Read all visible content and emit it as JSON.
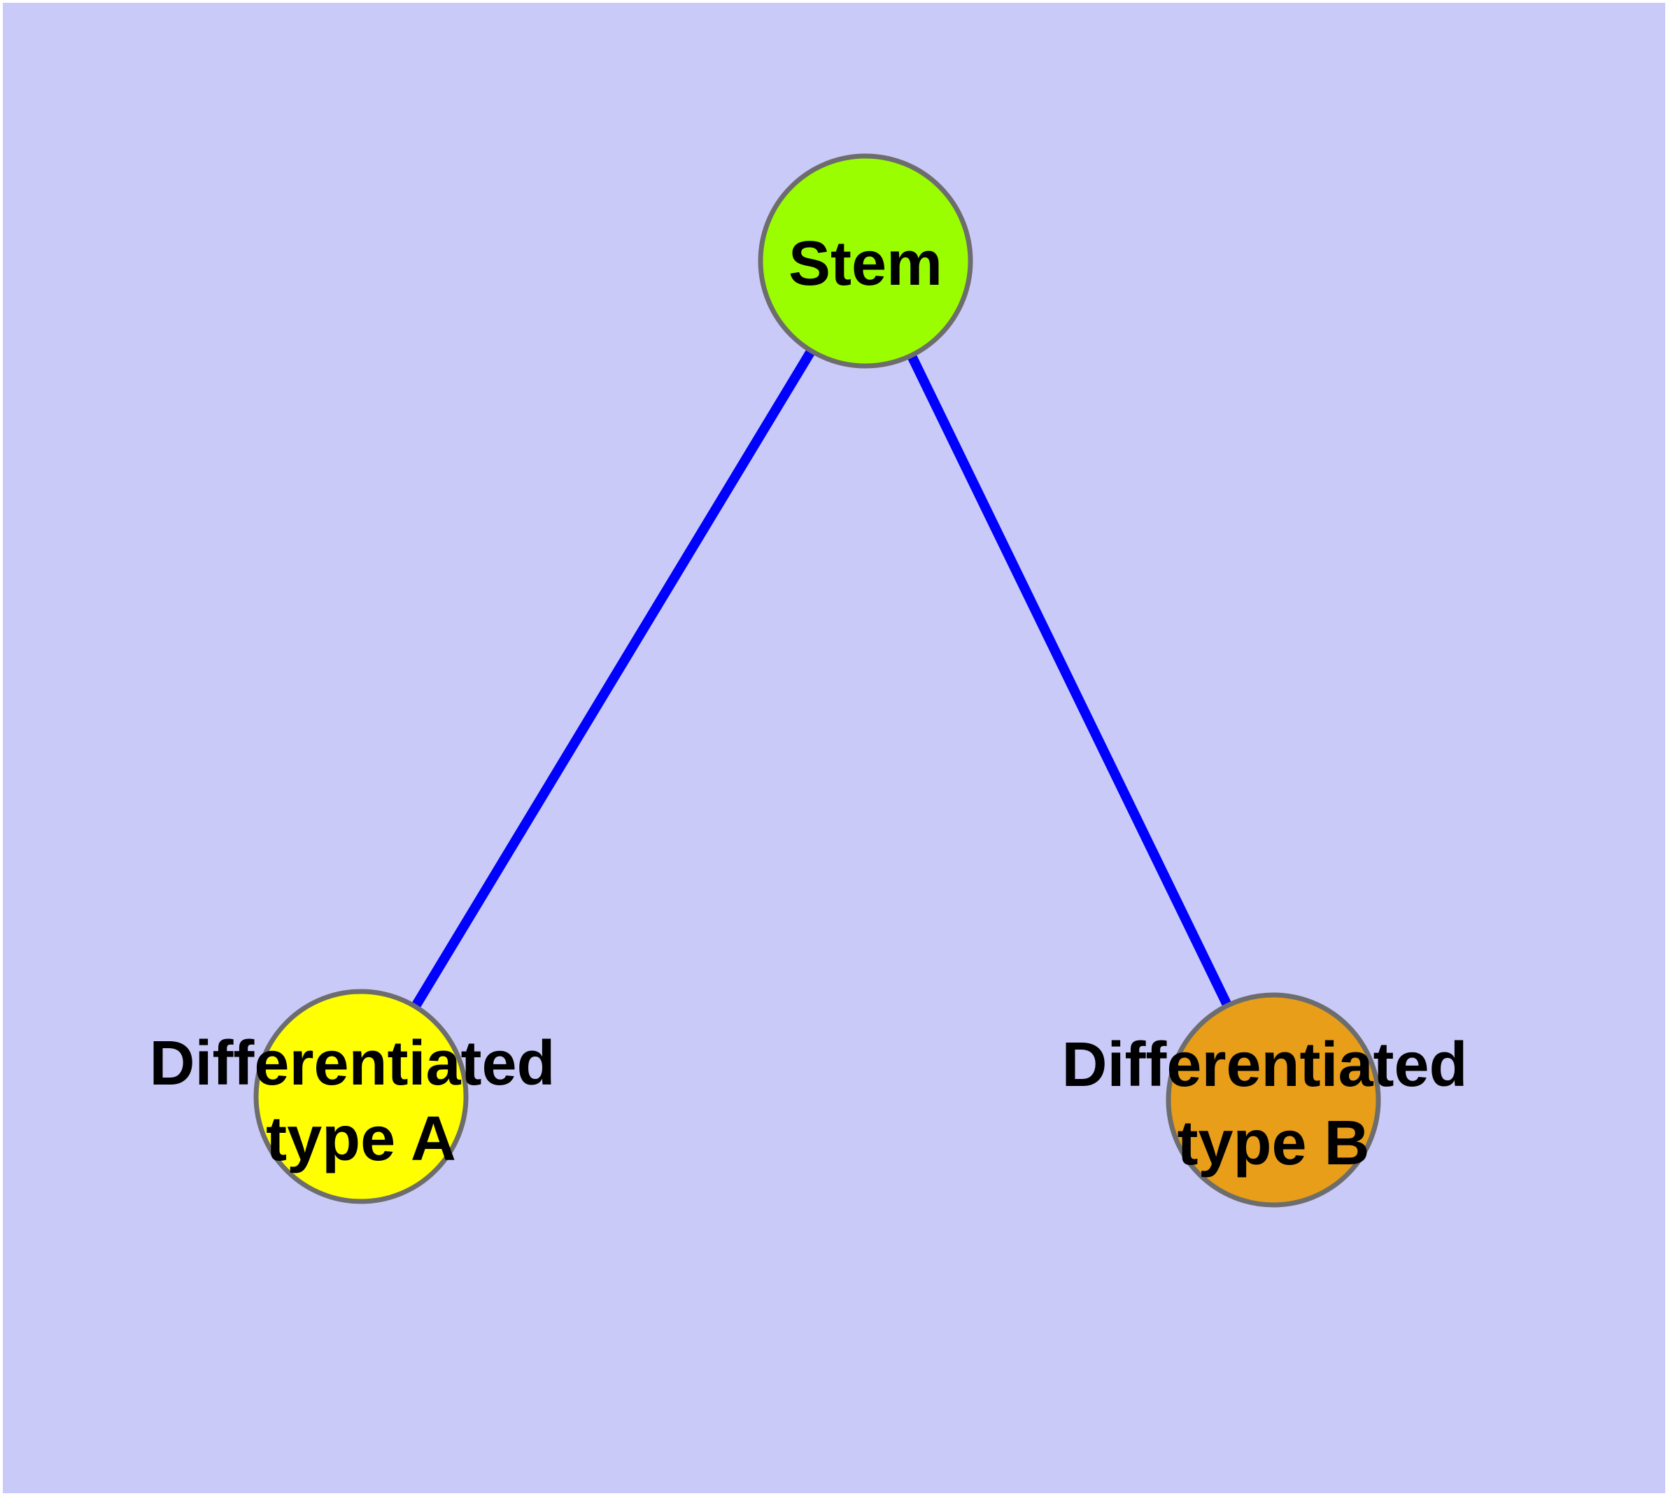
{
  "diagram": {
    "type": "graph",
    "description": "Cell differentiation graph: one stem node connected to two differentiated type nodes",
    "colors": {
      "frame": "#FFFFFF",
      "background": "#CACAF8",
      "edge": "#0000FE",
      "node_border": "#6D6D6D",
      "label": "#000000"
    },
    "nodes": [
      {
        "id": "stem",
        "label": "Stem",
        "label_lines": [
          "Stem"
        ],
        "fill": "#9BFE00"
      },
      {
        "id": "differentiated-type-a",
        "label": "Differentiated type A",
        "label_lines": [
          "Differentiated",
          "type A"
        ],
        "fill": "#FFFF00"
      },
      {
        "id": "differentiated-type-b",
        "label": "Differentiated type B",
        "label_lines": [
          "Differentiated",
          "type B"
        ],
        "fill": "#E89E19"
      }
    ],
    "edges": [
      {
        "from": "Stem",
        "to": "Differentiated type A"
      },
      {
        "from": "Stem",
        "to": "Differentiated type B"
      }
    ]
  }
}
